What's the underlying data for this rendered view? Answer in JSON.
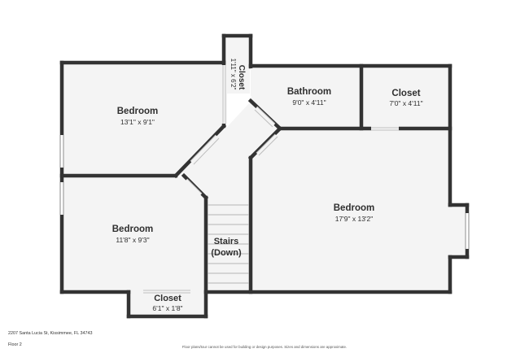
{
  "rooms": {
    "bedroom_top_left": {
      "name": "Bedroom",
      "dims": "13'1\" x 9'1\""
    },
    "closet_narrow": {
      "name": "Closet",
      "dims": "1'11\" x 6'2\""
    },
    "bathroom": {
      "name": "Bathroom",
      "dims": "9'0\" x 4'11\""
    },
    "closet_right": {
      "name": "Closet",
      "dims": "7'0\" x 4'11\""
    },
    "bedroom_right": {
      "name": "Bedroom",
      "dims": "17'9\" x 13'2\""
    },
    "bedroom_bottom_left": {
      "name": "Bedroom",
      "dims": "11'8\" x 9'3\""
    },
    "closet_bottom": {
      "name": "Closet",
      "dims": "6'1\" x 1'8\""
    },
    "stairs": {
      "line1": "Stairs",
      "line2": "(Down)"
    }
  },
  "footer": {
    "address": "2207 Santa Lucia St, Kissimmee, FL 34743",
    "floor": "Floor 2",
    "disclaimer": "Floor plans/tour cannot be used for building or design purposes. Sizes and dimensions are approximate."
  },
  "colors": {
    "wall": "#333333",
    "floor": "#f4f4f4",
    "background": "#ffffff"
  }
}
